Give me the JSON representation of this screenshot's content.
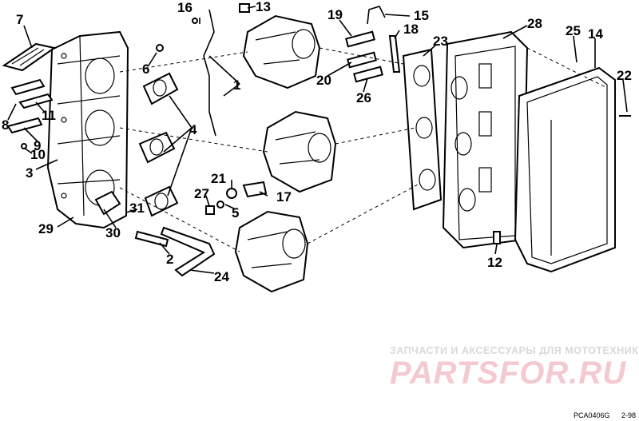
{
  "diagram": {
    "callouts": {
      "c1": "1",
      "c2": "2",
      "c3": "3",
      "c4": "4",
      "c5": "5",
      "c6": "6",
      "c7": "7",
      "c8": "8",
      "c9": "9",
      "c10": "10",
      "c11": "11",
      "c12": "12",
      "c13": "13",
      "c14": "14",
      "c15": "15",
      "c16": "16",
      "c17": "17",
      "c18": "18",
      "c19": "19",
      "c20": "20",
      "c21": "21",
      "c22": "22",
      "c23": "23",
      "c24": "24",
      "c25": "25",
      "c26": "26",
      "c27": "27",
      "c28": "28",
      "c29": "29",
      "c30": "30",
      "c31": "31"
    },
    "drawing_code": "PCA0406G",
    "revision": "2-98"
  },
  "watermark": {
    "tagline": "ЗАПЧАСТИ И АКСЕССУАРЫ ДЛЯ МОТОТЕХНИКИ",
    "logo": "PARTSFOR.RU"
  },
  "colors": {
    "ink": "#000000",
    "paper": "#ffffff",
    "watermark_logo": "#f4c9cf",
    "watermark_text": "#d9d9d9"
  }
}
